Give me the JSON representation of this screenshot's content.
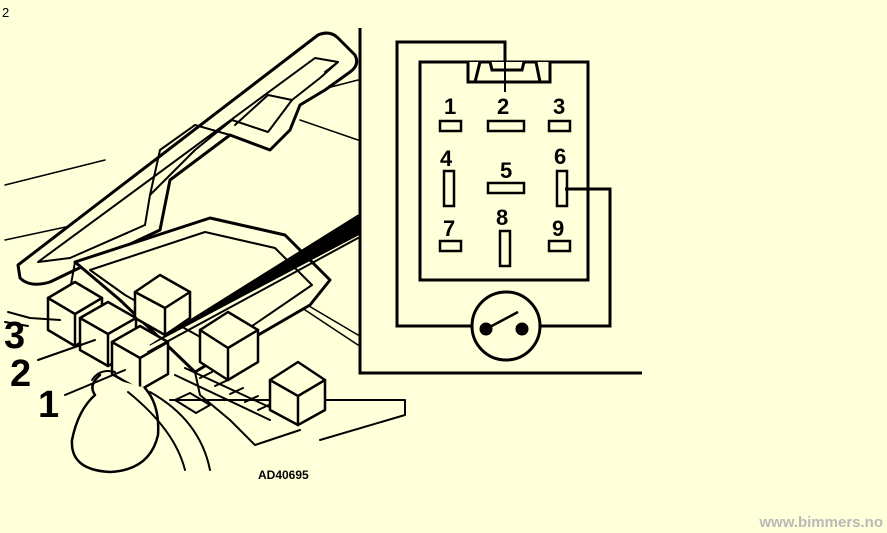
{
  "page_number": "2",
  "figure_code": "AD40695",
  "watermark": "www.bimmers.no",
  "callouts": [
    "3",
    "2",
    "1"
  ],
  "relay_pins": [
    "1",
    "2",
    "3",
    "4",
    "5",
    "6",
    "7",
    "8",
    "9"
  ],
  "colors": {
    "background": "#ffffd9",
    "ink": "#000000",
    "watermark": "#b9b9b9"
  }
}
